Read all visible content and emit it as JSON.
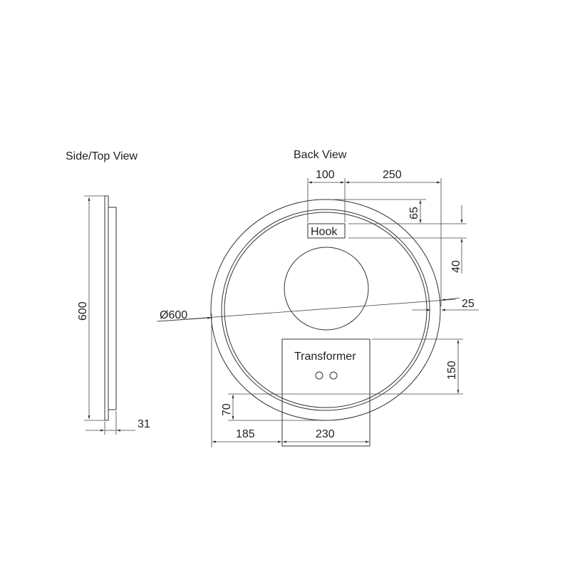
{
  "titles": {
    "side_view": "Side/Top View",
    "back_view": "Back View"
  },
  "labels": {
    "hook": "Hook",
    "transformer": "Transformer"
  },
  "dimensions": {
    "height": "600",
    "depth": "31",
    "diameter": "Ø600",
    "hook_width": "100",
    "hook_to_edge": "250",
    "hook_from_top": "65",
    "hook_height": "40",
    "rim": "25",
    "transformer_height": "150",
    "transformer_bottom": "70",
    "transformer_left": "185",
    "transformer_width": "230"
  }
}
